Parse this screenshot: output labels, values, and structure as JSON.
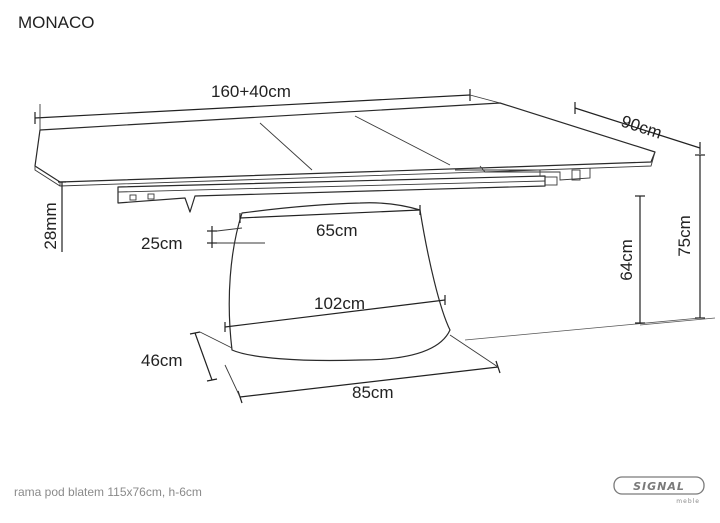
{
  "title": "MONACO",
  "dimensions": {
    "length": "160+40cm",
    "depth": "90cm",
    "top_thickness": "28mm",
    "height": "75cm",
    "under_frame_height": "64cm",
    "pedestal_top_width": "65cm",
    "pedestal_top_offset": "25cm",
    "pedestal_bottom_width": "102cm",
    "base_depth": "46cm",
    "base_width": "85cm"
  },
  "footnote": "rama pod blatem 115x76cm, h-6cm",
  "brand": {
    "name": "SIGNAL",
    "sub": "meble"
  }
}
